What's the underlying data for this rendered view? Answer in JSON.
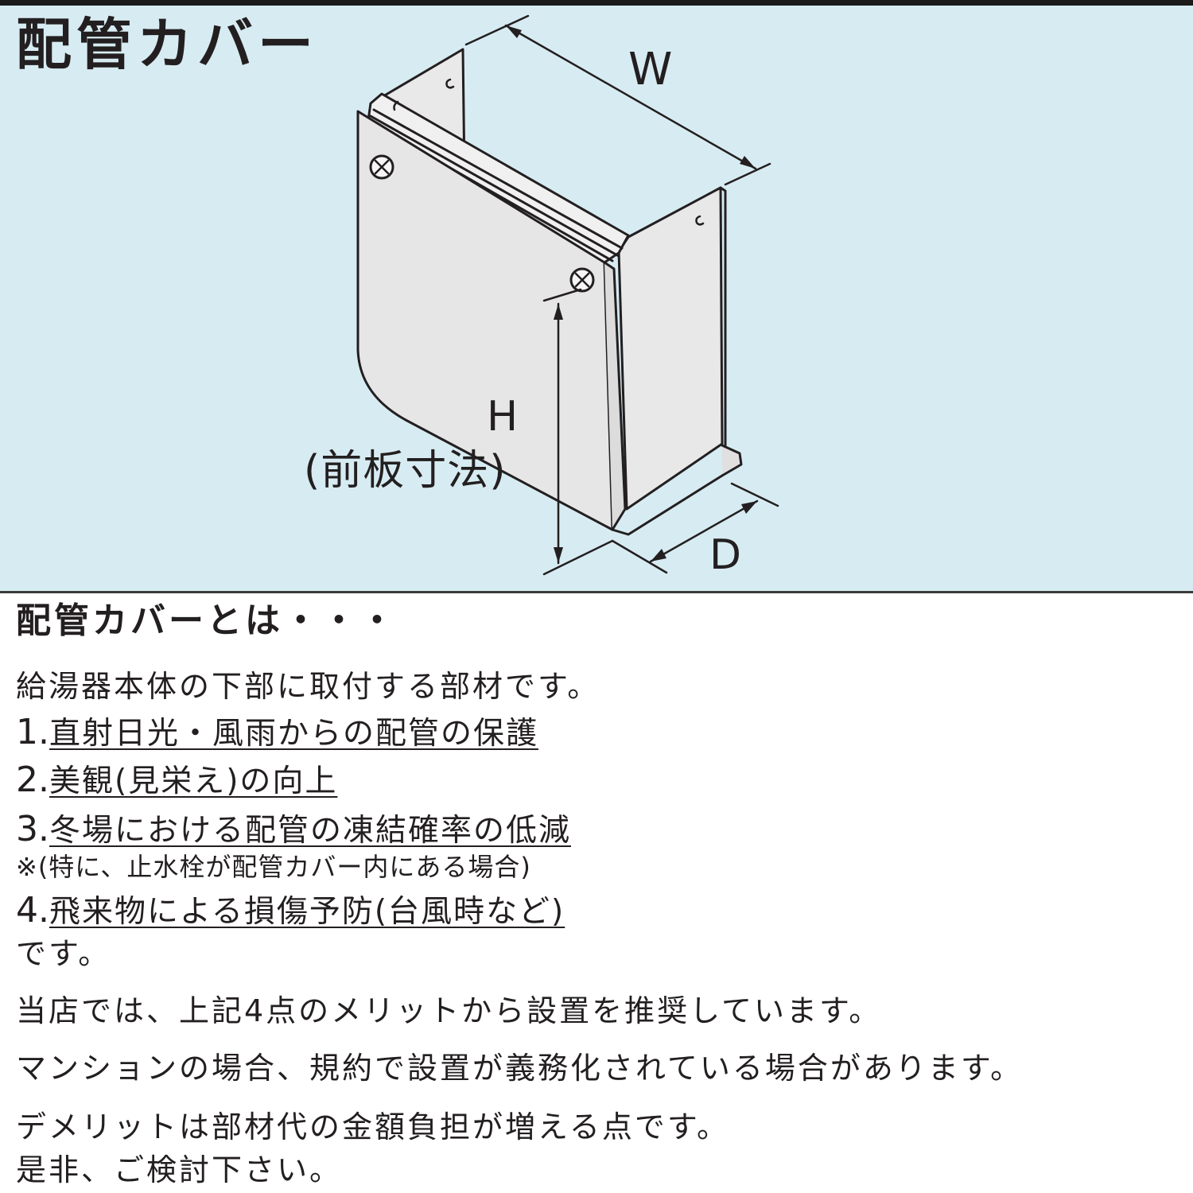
{
  "title": "配管カバー",
  "diagram": {
    "width_label": "W",
    "height_label": "H",
    "height_note": "(前板寸法)",
    "depth_label": "D",
    "colors": {
      "background": "#d7ecf2",
      "panel": "#e6e6e6",
      "line": "#231f20"
    }
  },
  "section": {
    "heading": "配管カバーとは・・・",
    "intro": "給湯器本体の下部に取付する部材です。",
    "items": [
      {
        "num": "1.",
        "text": "直射日光・風雨からの配管の保護"
      },
      {
        "num": "2.",
        "text": "美観(見栄え)の向上"
      },
      {
        "num": "3.",
        "text": "冬場における配管の凍結確率の低減"
      },
      {
        "num": "4.",
        "text": "飛来物による損傷予防(台風時など)"
      }
    ],
    "note": "※(特に、止水栓が配管カバー内にある場合)",
    "tail": "です。",
    "paragraphs": [
      "当店では、上記4点のメリットから設置を推奨しています。",
      "マンションの場合、規約で設置が義務化されている場合があります。",
      "デメリットは部材代の金額負担が増える点です。",
      "是非、ご検討下さい。"
    ]
  }
}
